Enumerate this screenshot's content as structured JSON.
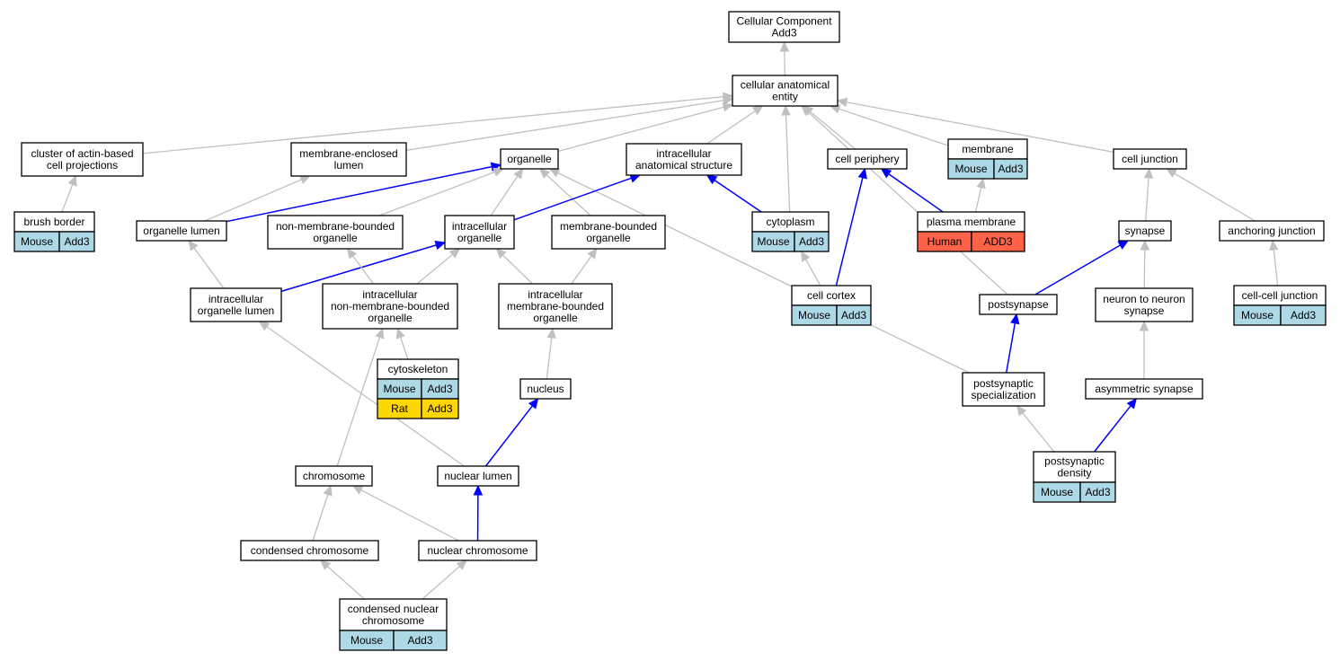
{
  "colors": {
    "mouse": "#add8e6",
    "rat": "#ffd700",
    "human": "#ff6347",
    "edge_default": "#c0c0c0",
    "edge_highlight": "#0000ff"
  },
  "nodes": {
    "root": {
      "lines": [
        "Cellular Component",
        "Add3"
      ]
    },
    "cae": {
      "lines": [
        "cellular anatomical",
        "entity"
      ]
    },
    "cluster": {
      "lines": [
        "cluster of actin-based",
        "cell projections"
      ]
    },
    "mel": {
      "lines": [
        "membrane-enclosed",
        "lumen"
      ]
    },
    "organelle": {
      "lines": [
        "organelle"
      ]
    },
    "ias": {
      "lines": [
        "intracellular",
        "anatomical structure"
      ]
    },
    "periphery": {
      "lines": [
        "cell periphery"
      ]
    },
    "membrane": {
      "lines": [
        "membrane"
      ],
      "rows": [
        [
          "Mouse",
          "Add3"
        ]
      ]
    },
    "junction": {
      "lines": [
        "cell junction"
      ]
    },
    "brush": {
      "lines": [
        "brush border"
      ],
      "rows": [
        [
          "Mouse",
          "Add3"
        ]
      ]
    },
    "olumen": {
      "lines": [
        "organelle lumen"
      ]
    },
    "nmbo": {
      "lines": [
        "non-membrane-bounded",
        "organelle"
      ]
    },
    "io": {
      "lines": [
        "intracellular",
        "organelle"
      ]
    },
    "mbo": {
      "lines": [
        "membrane-bounded",
        "organelle"
      ]
    },
    "cytoplasm": {
      "lines": [
        "cytoplasm"
      ],
      "rows": [
        [
          "Mouse",
          "Add3"
        ]
      ]
    },
    "pm": {
      "lines": [
        "plasma membrane"
      ],
      "rows": [
        [
          "Human",
          "ADD3"
        ]
      ]
    },
    "synapse": {
      "lines": [
        "synapse"
      ]
    },
    "anchoring": {
      "lines": [
        "anchoring junction"
      ]
    },
    "iol": {
      "lines": [
        "intracellular",
        "organelle lumen"
      ]
    },
    "inmbo": {
      "lines": [
        "intracellular",
        "non-membrane-bounded",
        "organelle"
      ]
    },
    "imbo": {
      "lines": [
        "intracellular",
        "membrane-bounded",
        "organelle"
      ]
    },
    "cortex": {
      "lines": [
        "cell cortex"
      ],
      "rows": [
        [
          "Mouse",
          "Add3"
        ]
      ]
    },
    "postsynapse": {
      "lines": [
        "postsynapse"
      ]
    },
    "n2n": {
      "lines": [
        "neuron to neuron",
        "synapse"
      ]
    },
    "ccj": {
      "lines": [
        "cell-cell junction"
      ],
      "rows": [
        [
          "Mouse",
          "Add3"
        ]
      ]
    },
    "cytoskeleton": {
      "lines": [
        "cytoskeleton"
      ],
      "rows": [
        [
          "Mouse",
          "Add3"
        ],
        [
          "Rat",
          "Add3"
        ]
      ]
    },
    "nucleus": {
      "lines": [
        "nucleus"
      ]
    },
    "pss": {
      "lines": [
        "postsynaptic",
        "specialization"
      ]
    },
    "asym": {
      "lines": [
        "asymmetric synapse"
      ]
    },
    "chromosome": {
      "lines": [
        "chromosome"
      ]
    },
    "nlumen": {
      "lines": [
        "nuclear lumen"
      ]
    },
    "psd": {
      "lines": [
        "postsynaptic",
        "density"
      ],
      "rows": [
        [
          "Mouse",
          "Add3"
        ]
      ]
    },
    "condensed": {
      "lines": [
        "condensed chromosome"
      ]
    },
    "nchrom": {
      "lines": [
        "nuclear chromosome"
      ]
    },
    "cnc": {
      "lines": [
        "condensed nuclear",
        "chromosome"
      ],
      "rows": [
        [
          "Mouse",
          "Add3"
        ]
      ]
    }
  },
  "edges": [
    {
      "from": "cae",
      "to": "root",
      "color": "grey"
    },
    {
      "from": "cluster",
      "to": "cae",
      "color": "grey"
    },
    {
      "from": "mel",
      "to": "cae",
      "color": "grey"
    },
    {
      "from": "organelle",
      "to": "cae",
      "color": "grey"
    },
    {
      "from": "ias",
      "to": "cae",
      "color": "grey"
    },
    {
      "from": "cytoplasm",
      "to": "cae",
      "color": "grey"
    },
    {
      "from": "periphery",
      "to": "cae",
      "color": "grey"
    },
    {
      "from": "membrane",
      "to": "cae",
      "color": "grey"
    },
    {
      "from": "junction",
      "to": "cae",
      "color": "grey"
    },
    {
      "from": "postsynapse",
      "to": "cae",
      "color": "grey"
    },
    {
      "from": "brush",
      "to": "cluster",
      "color": "grey"
    },
    {
      "from": "olumen",
      "to": "mel",
      "color": "grey"
    },
    {
      "from": "olumen",
      "to": "organelle",
      "color": "blue"
    },
    {
      "from": "nmbo",
      "to": "organelle",
      "color": "grey"
    },
    {
      "from": "io",
      "to": "organelle",
      "color": "grey"
    },
    {
      "from": "mbo",
      "to": "organelle",
      "color": "grey"
    },
    {
      "from": "pss",
      "to": "organelle",
      "color": "grey"
    },
    {
      "from": "iol",
      "to": "olumen",
      "color": "grey"
    },
    {
      "from": "iol",
      "to": "io",
      "color": "blue"
    },
    {
      "from": "inmbo",
      "to": "nmbo",
      "color": "grey"
    },
    {
      "from": "inmbo",
      "to": "io",
      "color": "grey"
    },
    {
      "from": "imbo",
      "to": "io",
      "color": "grey"
    },
    {
      "from": "imbo",
      "to": "mbo",
      "color": "grey"
    },
    {
      "from": "io",
      "to": "ias",
      "color": "blue"
    },
    {
      "from": "cytoplasm",
      "to": "ias",
      "color": "blue"
    },
    {
      "from": "pm",
      "to": "periphery",
      "color": "blue"
    },
    {
      "from": "cortex",
      "to": "periphery",
      "color": "blue"
    },
    {
      "from": "cortex",
      "to": "cytoplasm",
      "color": "grey"
    },
    {
      "from": "pm",
      "to": "membrane",
      "color": "grey"
    },
    {
      "from": "synapse",
      "to": "junction",
      "color": "grey"
    },
    {
      "from": "anchoring",
      "to": "junction",
      "color": "grey"
    },
    {
      "from": "ccj",
      "to": "anchoring",
      "color": "grey"
    },
    {
      "from": "postsynapse",
      "to": "synapse",
      "color": "blue"
    },
    {
      "from": "n2n",
      "to": "synapse",
      "color": "grey"
    },
    {
      "from": "asym",
      "to": "n2n",
      "color": "grey"
    },
    {
      "from": "pss",
      "to": "postsynapse",
      "color": "blue"
    },
    {
      "from": "psd",
      "to": "pss",
      "color": "grey"
    },
    {
      "from": "psd",
      "to": "asym",
      "color": "blue"
    },
    {
      "from": "cytoskeleton",
      "to": "inmbo",
      "color": "grey"
    },
    {
      "from": "chromosome",
      "to": "inmbo",
      "color": "grey"
    },
    {
      "from": "nucleus",
      "to": "imbo",
      "color": "grey"
    },
    {
      "from": "nlumen",
      "to": "nucleus",
      "color": "blue"
    },
    {
      "from": "nlumen",
      "to": "iol",
      "color": "grey"
    },
    {
      "from": "condensed",
      "to": "chromosome",
      "color": "grey"
    },
    {
      "from": "nchrom",
      "to": "chromosome",
      "color": "grey"
    },
    {
      "from": "nchrom",
      "to": "nlumen",
      "color": "blue"
    },
    {
      "from": "cnc",
      "to": "condensed",
      "color": "grey"
    },
    {
      "from": "cnc",
      "to": "nchrom",
      "color": "grey"
    }
  ]
}
